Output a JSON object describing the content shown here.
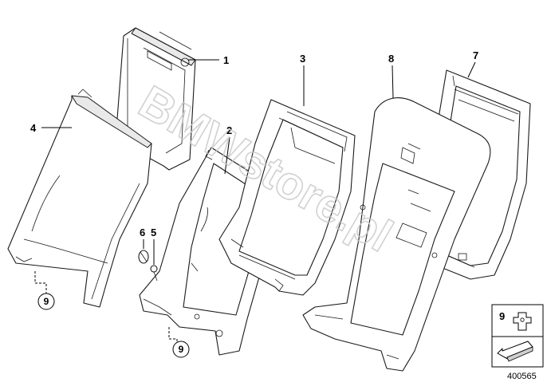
{
  "diagram": {
    "part_labels": {
      "p1": "1",
      "p2": "2",
      "p3": "3",
      "p4": "4",
      "p5": "5",
      "p6": "6",
      "p7": "7",
      "p8": "8"
    },
    "reference_callouts": {
      "left": "9",
      "bottom": "9"
    },
    "legend": {
      "item_label": "9"
    },
    "watermark": "BMWstore.pl",
    "drawing_code": "400565"
  }
}
